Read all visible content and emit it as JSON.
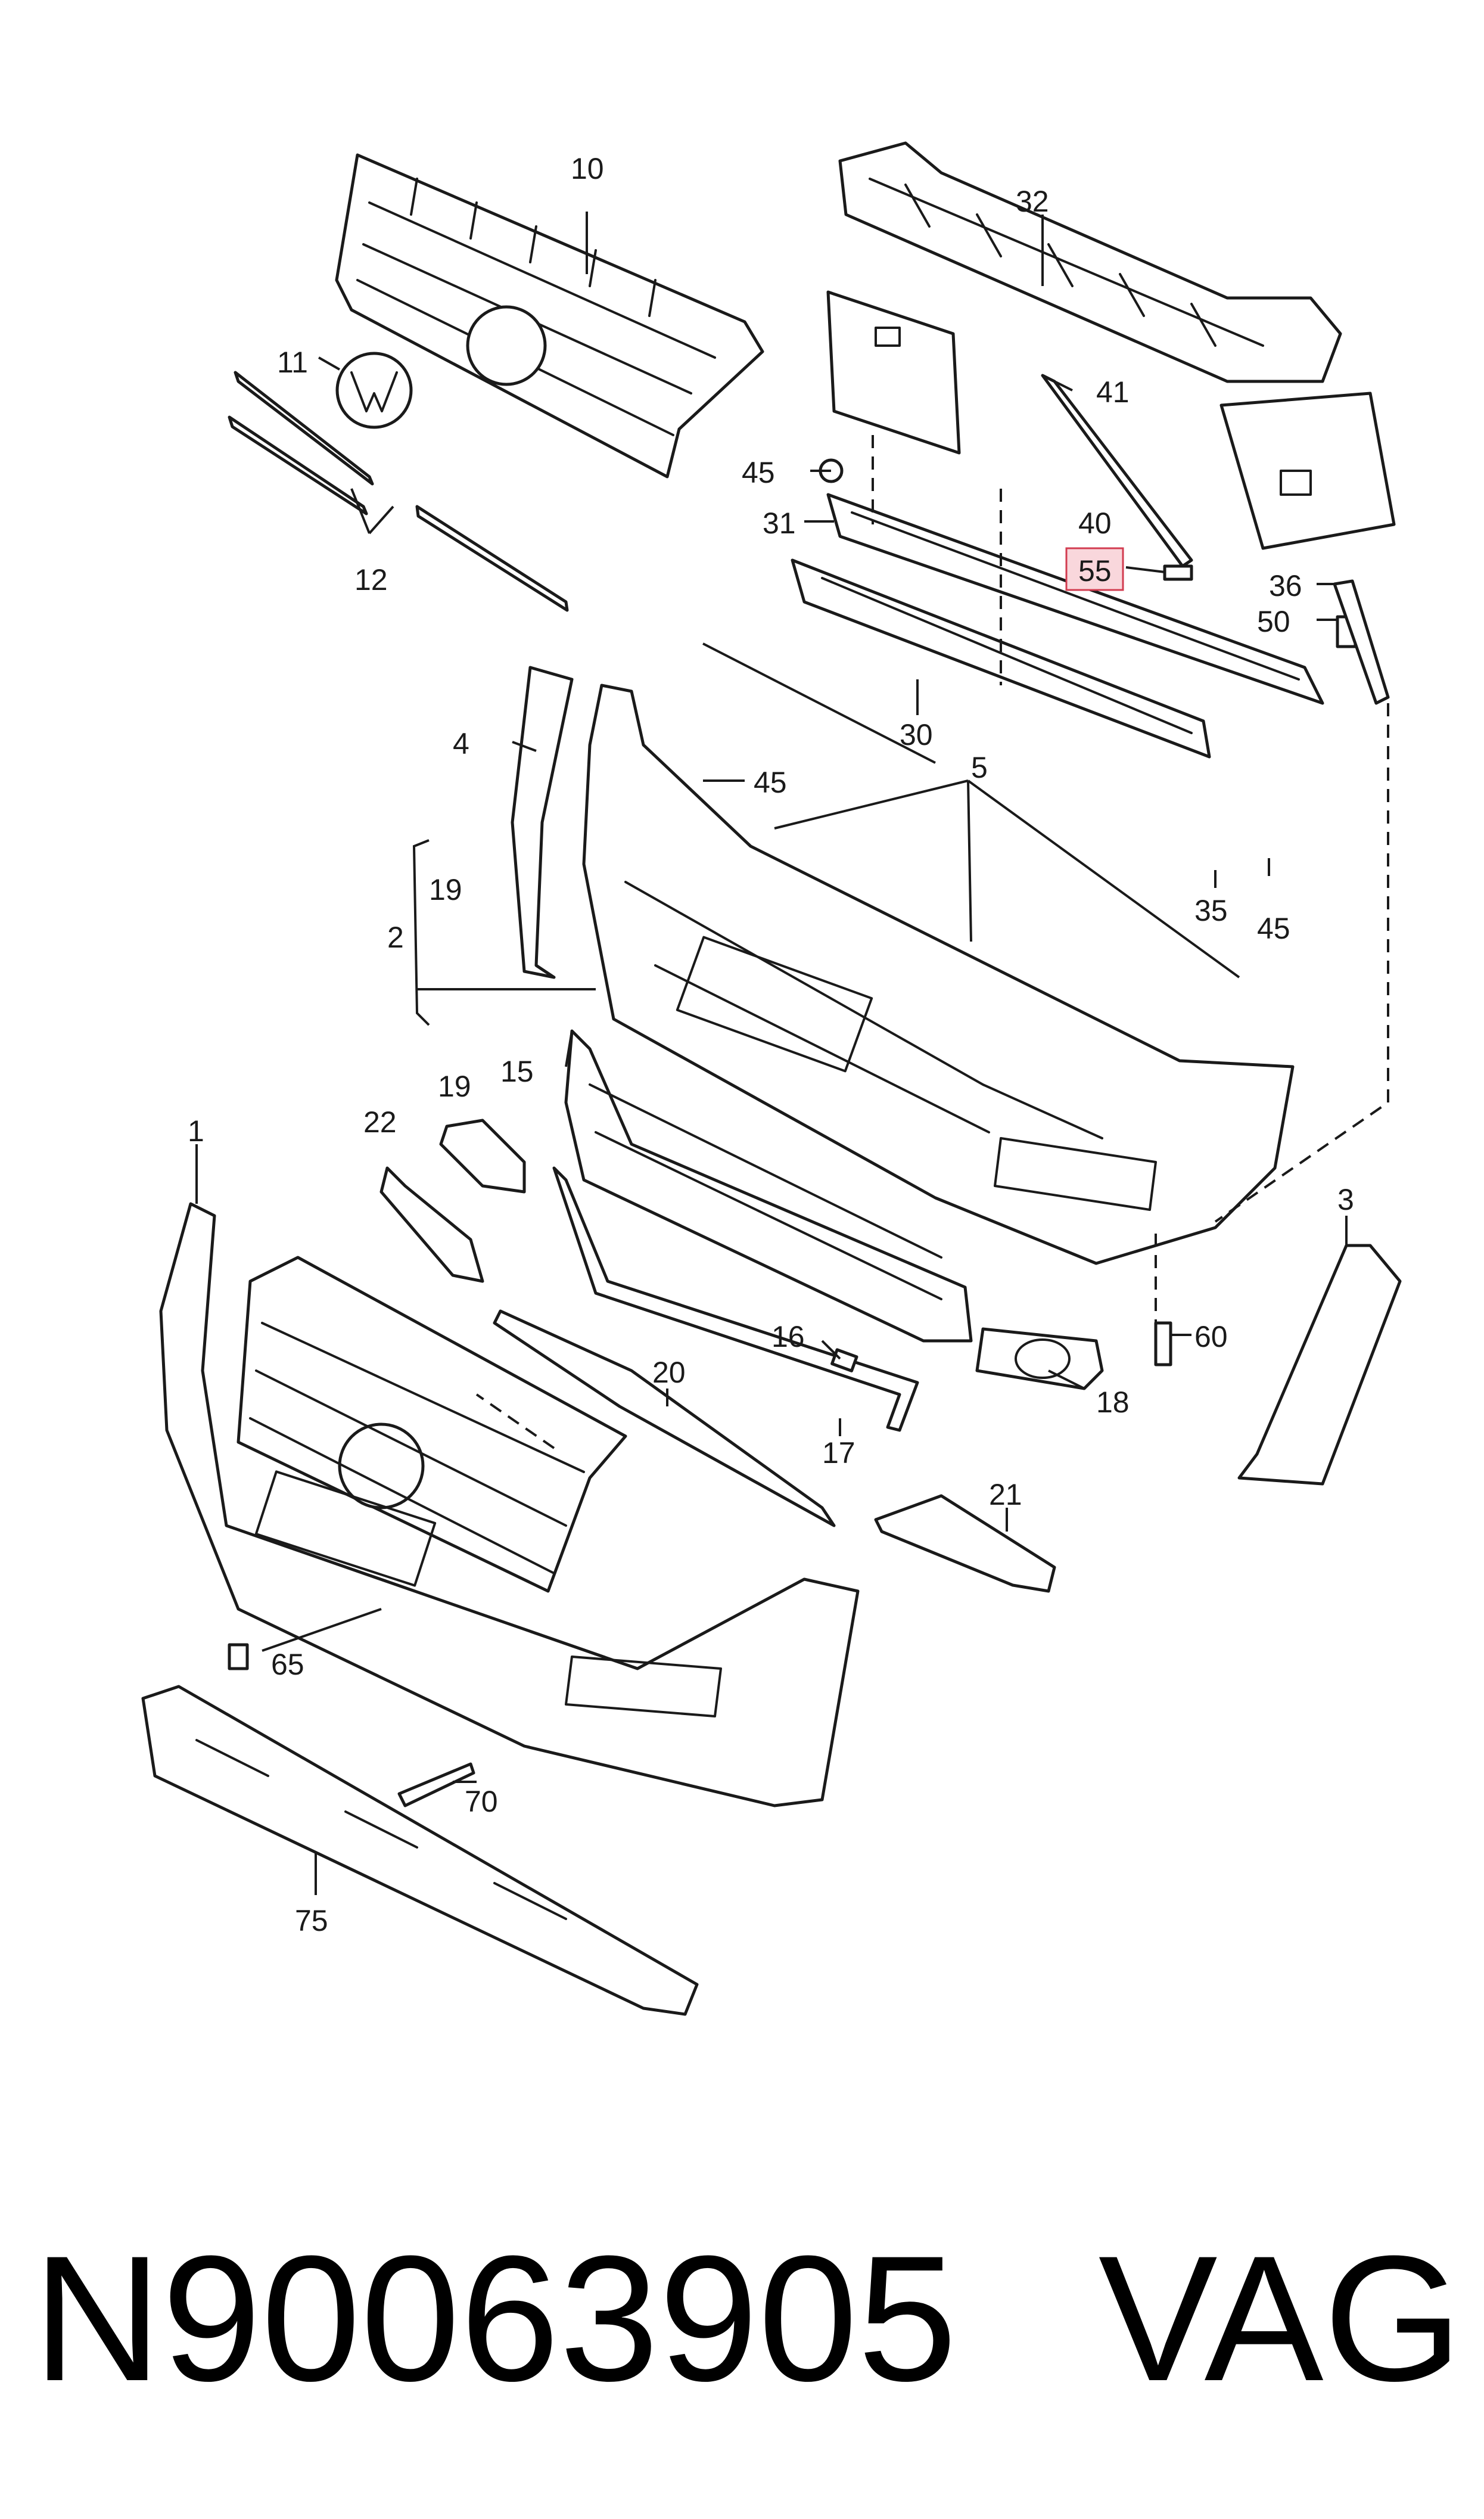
{
  "footer": {
    "part_number": "N90063905",
    "brand": "VAG"
  },
  "highlight_color": "#d23c50",
  "callouts": [
    "10",
    "11",
    "12",
    "32",
    "41",
    "45",
    "40",
    "31",
    "55",
    "36",
    "50",
    "30",
    "4",
    "45",
    "5",
    "19",
    "2",
    "35",
    "45",
    "15",
    "19",
    "22",
    "1",
    "3",
    "16",
    "60",
    "20",
    "18",
    "17",
    "21",
    "65",
    "70",
    "75"
  ]
}
